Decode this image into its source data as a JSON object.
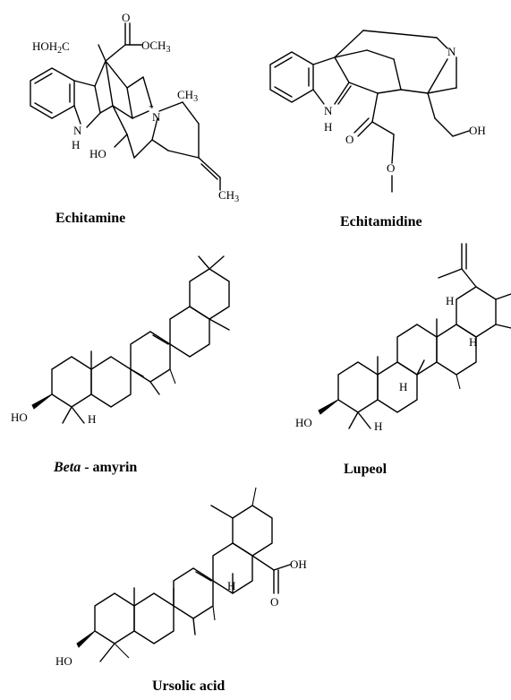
{
  "compounds": [
    {
      "name": "Echitamine",
      "atoms": {
        "hoh2c": "HOH",
        "hoh2c_sub": "2",
        "hoh2c_c": "C",
        "o_top": "O",
        "och3": "OCH",
        "och3_sub": "3",
        "ch3_n": "CH",
        "ch3_n_sub": "3",
        "plus": "+",
        "n": "N",
        "nh_n": "N",
        "nh_h": "H",
        "ho": "HO",
        "ch3_end": "CH",
        "ch3_end_sub": "3"
      }
    },
    {
      "name": "Echitamidine",
      "atoms": {
        "n_top": "N",
        "nh_n": "N",
        "nh_h": "H",
        "o_keto": "O",
        "o_ether": "O",
        "oh": "OH"
      }
    },
    {
      "name_italic": "Beta",
      "name_rest": " - amyrin",
      "atoms": {
        "ho": "HO",
        "h": "H"
      }
    },
    {
      "name": "Lupeol",
      "atoms": {
        "h1": "H",
        "h2": "H",
        "h3": "H",
        "h4": "H",
        "ho": "HO"
      }
    },
    {
      "name": "Ursolic acid",
      "atoms": {
        "oh": "OH",
        "o": "O",
        "h": "H",
        "ho": "HO"
      }
    }
  ]
}
